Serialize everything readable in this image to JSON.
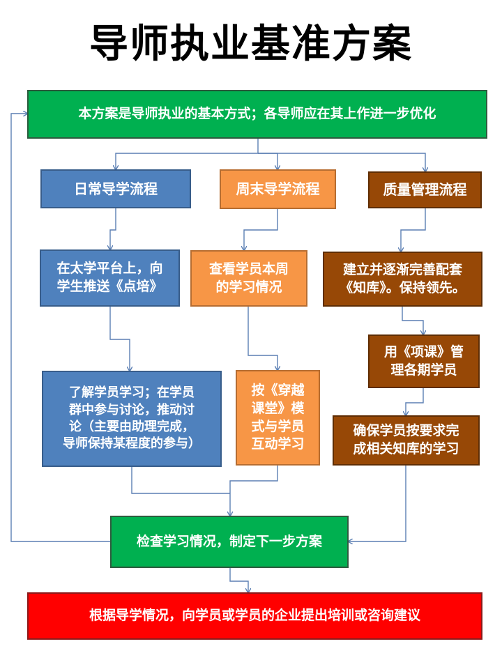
{
  "title": "导师执业基准方案",
  "boxes": {
    "top": "本方案是导师执业的基本方式；各导师应在其上作进一步优化",
    "daily": "日常导学流程",
    "weekend": "周末导学流程",
    "quality": "质量管理流程",
    "daily_1": "在太学平台上，向\n学生推送《点培》",
    "daily_2": "了解学员学习；在学员\n群中参与讨论，推动讨\n论（主要由助理完成，\n导师保持某程度的参与）",
    "weekend_1": "查看学员本周\n的学习情况",
    "weekend_2": "按《穿越\n课堂》模\n式与学员\n互动学习",
    "quality_1": "建立并逐渐完善配套\n《知库》。保持领先。",
    "quality_2": "用《项课》管\n理各期学员",
    "quality_3": "确保学员按要求完\n成相关知库的学习",
    "check": "检查学习情况，制定下一步方案",
    "bottom": "根据导学情况，向学员或学员的企业提出培训或咨询建议"
  },
  "colors": {
    "green": "#00b050",
    "blue": "#4f81bd",
    "orange": "#f79646",
    "brown": "#974806",
    "red": "#ff0000",
    "connector": "#5b7fb3"
  }
}
